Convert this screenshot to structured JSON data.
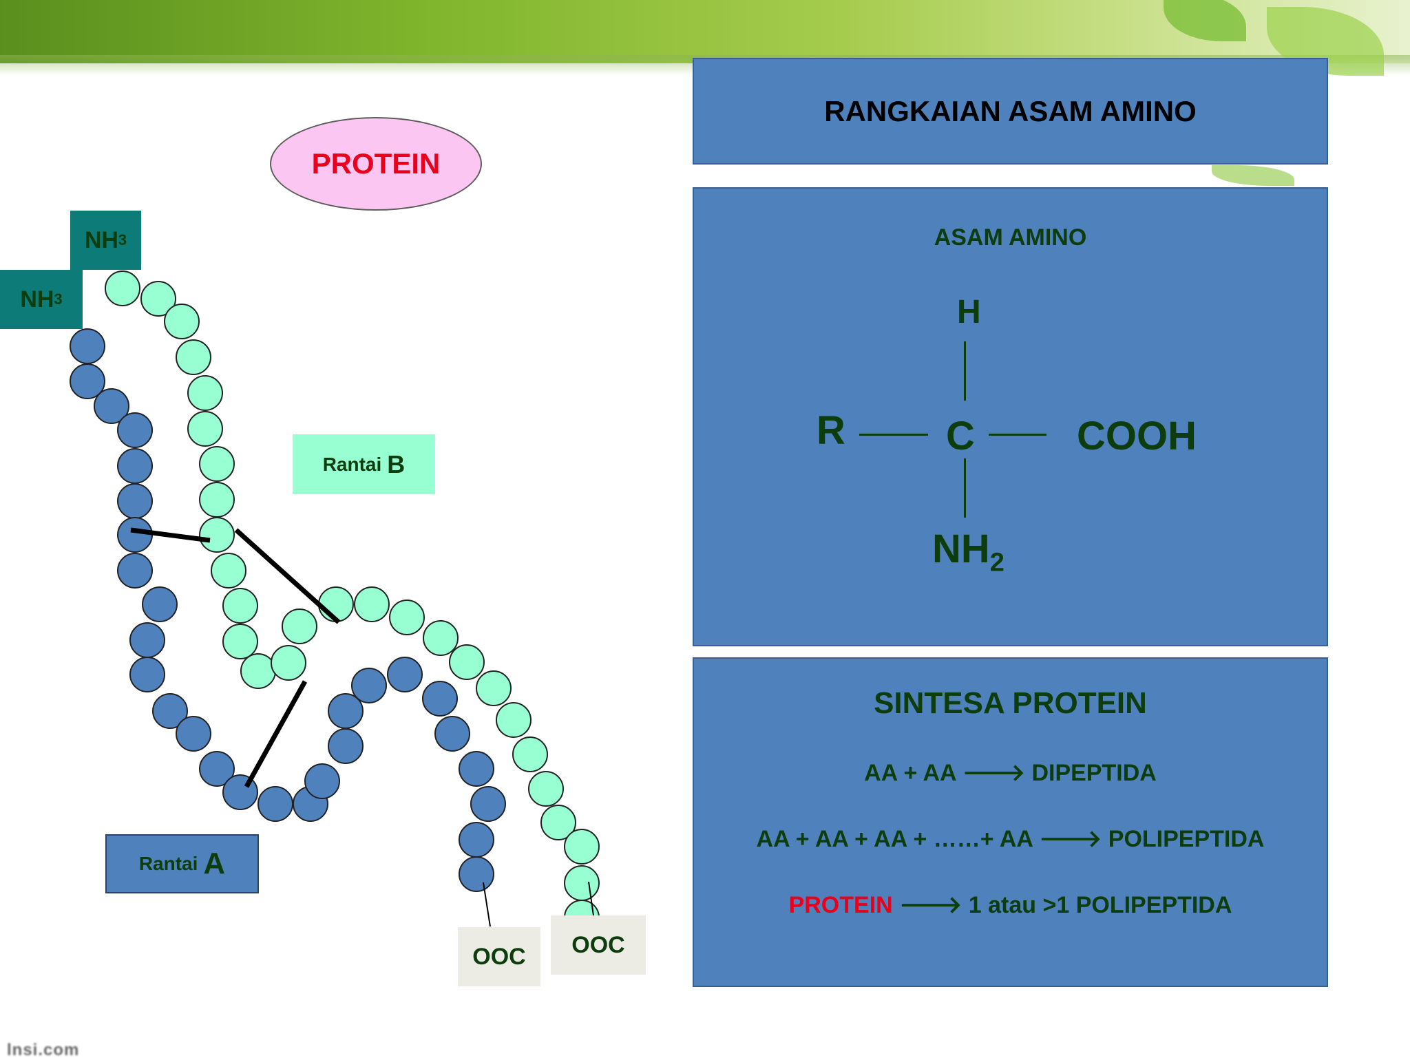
{
  "slide": {
    "title": "RANGKAIAN ASAM AMINO",
    "protein_label": "PROTEIN",
    "nh3_top": {
      "main": "NH",
      "sub": "3"
    },
    "nh3_left": {
      "main": "NH",
      "sub": "3"
    },
    "rantai_b": {
      "word": "Rantai",
      "letter": "B"
    },
    "rantai_a": {
      "word": "Rantai",
      "letter": "A"
    },
    "ooc_left": "OOC",
    "ooc_right": "OOC",
    "footer_watermark": "lnsi.com"
  },
  "amino_panel": {
    "heading": "ASAM AMINO",
    "h": "H",
    "r": "R",
    "c": "C",
    "cooh": "COOH",
    "nh2_main": "NH",
    "nh2_sub": "2"
  },
  "synthesis_panel": {
    "heading": "SINTESA PROTEIN",
    "line1_left": "AA + AA",
    "line1_right": "DIPEPTIDA",
    "line2_left": "AA + AA + AA + ……+ AA",
    "line2_right": "POLIPEPTIDA",
    "line3_red": "PROTEIN",
    "line3_right": "1 atau >1 POLIPEPTIDA",
    "arrow": "🡒"
  },
  "colors": {
    "chain_a": "#4f81bd",
    "chain_b": "#98ffd2",
    "panel": "#4f81bd",
    "text_dark": "#0d3d0d",
    "red": "#e8001c"
  }
}
